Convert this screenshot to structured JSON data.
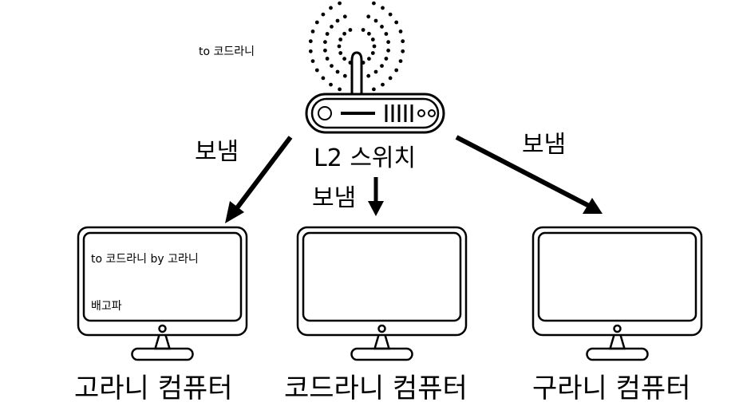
{
  "router": {
    "label": "L2 스위치",
    "packet_note": "to 코드라니"
  },
  "arrows": {
    "left_label": "보냄",
    "center_label": "보냄",
    "right_label": "보냄"
  },
  "computers": [
    {
      "label": "고라니 컴퓨터",
      "screen_lines": [
        "to 코드라니 by 고라니",
        "배고파"
      ]
    },
    {
      "label": "코드라니 컴퓨터",
      "screen_lines": []
    },
    {
      "label": "구라니 컴퓨터",
      "screen_lines": []
    }
  ],
  "colors": {
    "stroke": "#000000",
    "background": "#ffffff"
  }
}
